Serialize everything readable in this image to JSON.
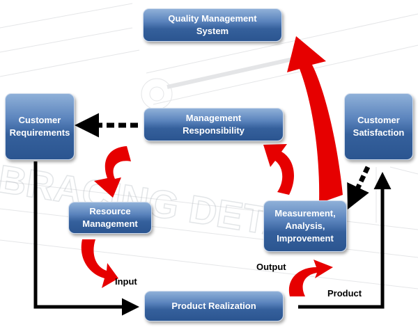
{
  "diagram": {
    "boxes": {
      "quality_management_system": "Quality Management\nSystem",
      "customer_requirements": "Customer\nRequirements",
      "management_responsibility": "Management\nResponsibility",
      "customer_satisfaction": "Customer\nSatisfaction",
      "resource_management": "Resource\nManagement",
      "measurement_analysis_improvement": "Measurement,\nAnalysis,\nImprovement",
      "product_realization": "Product Realization"
    },
    "labels": {
      "input": "Input",
      "output": "Output",
      "product": "Product"
    },
    "background_watermark": "BRACING DETAIL",
    "colors": {
      "box_top": "#8fb0d8",
      "box_bottom": "#2b5590",
      "flow_arrow": "#e60000",
      "connector": "#000000"
    }
  }
}
